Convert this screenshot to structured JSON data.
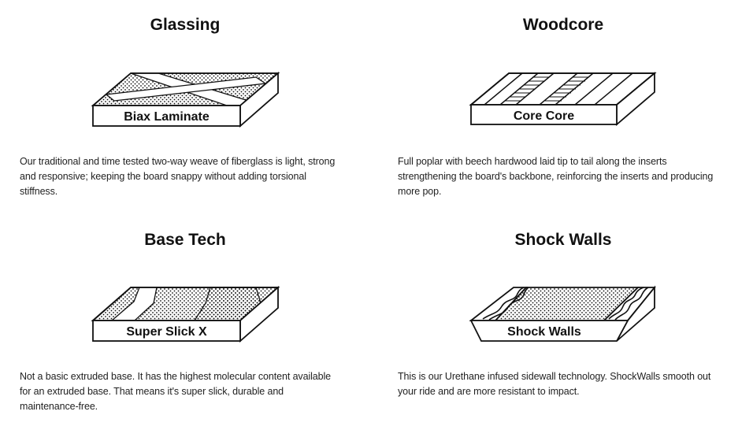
{
  "features": [
    {
      "title": "Glassing",
      "label": "Biax Laminate",
      "description": "Our traditional and time tested two-way weave of fiberglass is light, strong and responsive; keeping the board snappy without adding torsional stiffness."
    },
    {
      "title": "Woodcore",
      "label": "Core Core",
      "description": "Full poplar with beech hardwood laid tip to tail along the inserts strengthening the board's backbone, reinforcing the inserts and producing more pop."
    },
    {
      "title": "Base Tech",
      "label": "Super Slick X",
      "description": "Not a basic extruded base. It has the highest molecular content available for an extruded base. That means it's super slick, durable and maintenance-free."
    },
    {
      "title": "Shock Walls",
      "label": "Shock Walls",
      "description": "This is our Urethane infused sidewall technology. ShockWalls smooth out your ride and are more resistant to impact."
    }
  ]
}
